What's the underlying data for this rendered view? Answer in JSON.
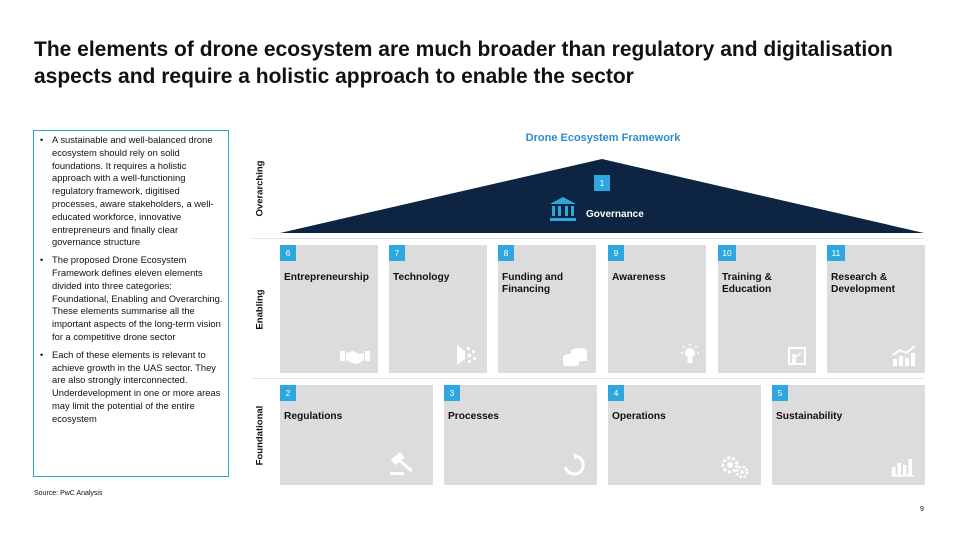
{
  "title": "The elements of drone ecosystem are much broader than regulatory and digitalisation aspects and require a holistic approach to enable the sector",
  "bullets": [
    "A sustainable and well-balanced drone ecosystem should rely on solid foundations. It requires a holistic approach with a well-functioning regulatory framework, digitised processes, aware stakeholders, a well-educated workforce, innovative entrepreneurs and finally clear governance structure",
    "The proposed Drone Ecosystem Framework defines eleven elements divided into three categories: Foundational, Enabling and Overarching. These elements summarise all the important aspects of the long-term vision for a competitive drone sector",
    "Each of these elements is relevant to achieve growth in the UAS sector. They are also strongly interconnected. Underdevelopment in one or more areas may limit the potential of the entire ecosystem"
  ],
  "source": "Source: PwC Analysis",
  "page_number": "9",
  "framework": {
    "title": "Drone Ecosystem Framework",
    "rows": {
      "overarching": "Overarching",
      "enabling": "Enabling",
      "foundational": "Foundational"
    },
    "governance": {
      "number": "1",
      "label": "Governance",
      "icon": "bank-icon"
    },
    "enabling": [
      {
        "number": "6",
        "label": "Entrepreneurship",
        "icon": "handshake-icon"
      },
      {
        "number": "7",
        "label": "Technology",
        "icon": "technology-icon"
      },
      {
        "number": "8",
        "label": "Funding and\nFinancing",
        "icon": "coins-icon"
      },
      {
        "number": "9",
        "label": "Awareness",
        "icon": "lightbulb-icon"
      },
      {
        "number": "10",
        "label": "Training &\nEducation",
        "icon": "presentation-icon"
      },
      {
        "number": "11",
        "label": "Research &\nDevelopment",
        "icon": "growth-chart-icon"
      }
    ],
    "foundational": [
      {
        "number": "2",
        "label": "Regulations",
        "icon": "gavel-icon"
      },
      {
        "number": "3",
        "label": "Processes",
        "icon": "cycle-icon"
      },
      {
        "number": "4",
        "label": "Operations",
        "icon": "gears-icon"
      },
      {
        "number": "5",
        "label": "Sustainability",
        "icon": "bar-chart-icon"
      }
    ]
  },
  "colors": {
    "roof": "#0d2442",
    "badge": "#2ea6de",
    "card": "#dcdcdc",
    "framework_title": "#2a8fd0",
    "textbox_border": "#2aa6d6"
  }
}
